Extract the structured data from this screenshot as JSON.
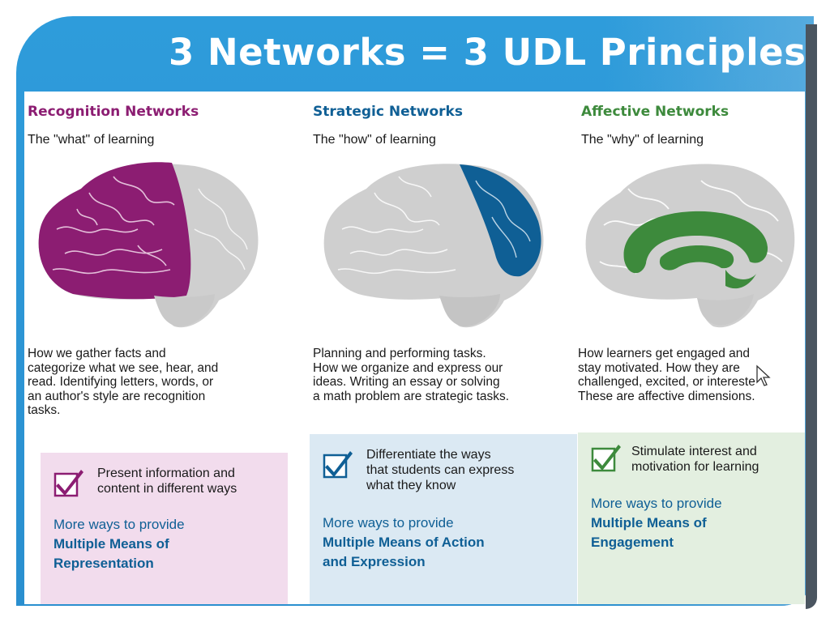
{
  "slide": {
    "title": "3 Networks = 3 UDL Principles",
    "colors": {
      "frame_blue": "#2e9cdb",
      "purple": "#8c1d72",
      "blue": "#0f5f95",
      "green": "#3d8a3c"
    }
  },
  "columns": [
    {
      "title": "Recognition Networks",
      "subtitle": "The \"what\" of learning",
      "description": [
        "How we gather facts and",
        "categorize what we see, hear, and",
        "read. Identifying letters, words, or",
        "an author's style are recognition",
        "tasks."
      ],
      "tip": [
        "Present information and",
        "content in different ways"
      ],
      "more_label": "More ways to provide",
      "principle": [
        "Multiple Means of",
        "Representation"
      ],
      "icon": "checkbox-icon"
    },
    {
      "title": "Strategic Networks",
      "subtitle": "The \"how\" of learning",
      "description": [
        "Planning and performing tasks.",
        "How we organize and express our",
        "ideas. Writing an essay or solving",
        "a math problem are strategic tasks."
      ],
      "tip": [
        "Differentiate the ways",
        "that students can express",
        "what they know"
      ],
      "more_label": "More ways to provide",
      "principle": [
        "Multiple Means of Action",
        "and Expression"
      ],
      "icon": "checkbox-icon"
    },
    {
      "title": "Affective Networks",
      "subtitle": "The \"why\" of learning",
      "description": [
        "How learners get engaged and",
        "stay motivated. How they are",
        "challenged, excited, or intereste",
        "These are affective dimensions."
      ],
      "tip": [
        "Stimulate interest and",
        "motivation for learning"
      ],
      "more_label": "More ways to provide",
      "principle": [
        "Multiple Means of",
        "Engagement"
      ],
      "icon": "checkbox-icon"
    }
  ]
}
